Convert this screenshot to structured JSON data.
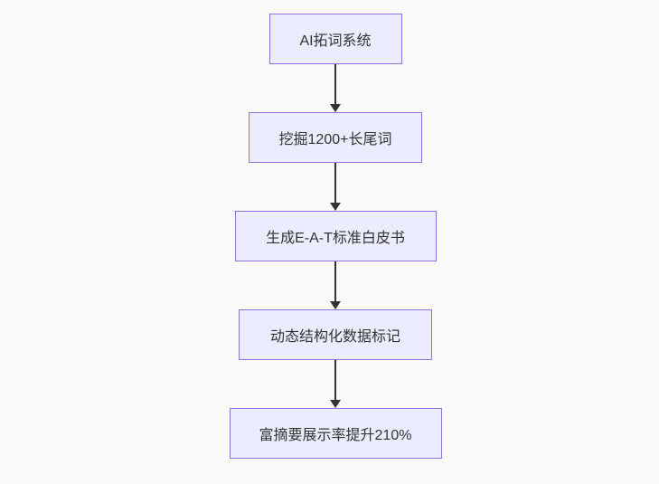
{
  "flowchart": {
    "type": "flowchart",
    "direction": "top-down",
    "nodes": [
      {
        "id": "n1",
        "label": "AI拓词系统"
      },
      {
        "id": "n2",
        "label": "挖掘1200+长尾词"
      },
      {
        "id": "n3",
        "label": "生成E-A-T标准白皮书"
      },
      {
        "id": "n4",
        "label": "动态结构化数据标记"
      },
      {
        "id": "n5",
        "label": "富摘要展示率提升210%"
      }
    ],
    "edges": [
      {
        "from": "n1",
        "to": "n2",
        "label": ""
      },
      {
        "from": "n2",
        "to": "n3",
        "label": ""
      },
      {
        "from": "n3",
        "to": "n4",
        "label": ""
      },
      {
        "from": "n4",
        "to": "n5",
        "label": ""
      }
    ],
    "colors": {
      "node_fill": "#ECECFF",
      "node_border": "#9370DB",
      "node_text": "#333333",
      "arrow": "#333333",
      "background": "#fafafa"
    }
  }
}
